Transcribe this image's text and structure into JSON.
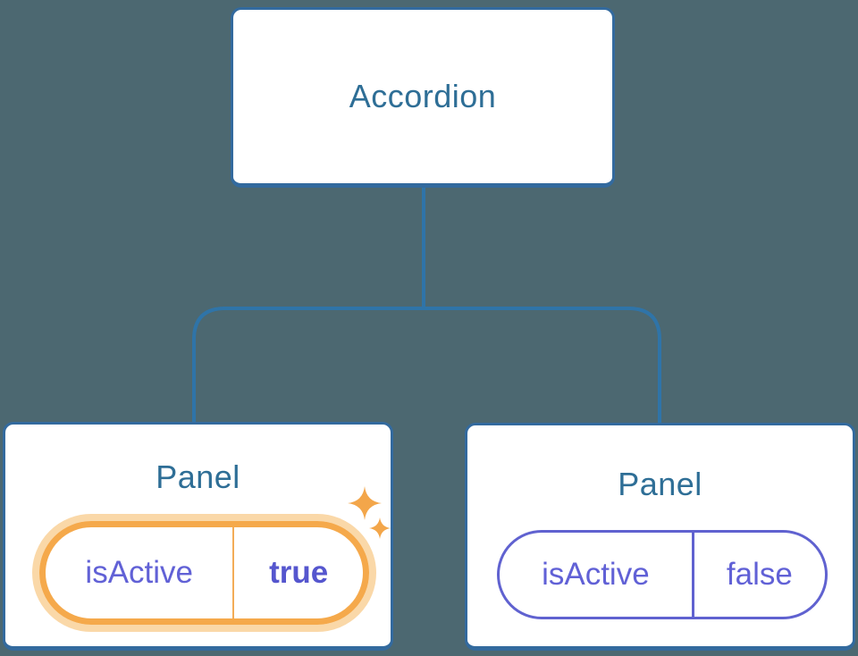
{
  "colors": {
    "background": "#4C6871",
    "node_border": "#336A9E",
    "node_fill": "#FFFFFF",
    "node_text": "#2E6E96",
    "connector": "#2F74A8",
    "state_text": "#6161D6",
    "state_value_text": "#5556CE",
    "state_border": "#6062D0",
    "highlight_ring": "#F5A94B",
    "highlight_glow": "#FAD8A8",
    "highlight_divider": "#F3AC57",
    "sparkle": "#F3A64A"
  },
  "tree": {
    "root": {
      "label": "Accordion"
    },
    "children": [
      {
        "label": "Panel",
        "state": {
          "key": "isActive",
          "value": "true",
          "highlighted": true
        }
      },
      {
        "label": "Panel",
        "state": {
          "key": "isActive",
          "value": "false",
          "highlighted": false
        }
      }
    ]
  }
}
